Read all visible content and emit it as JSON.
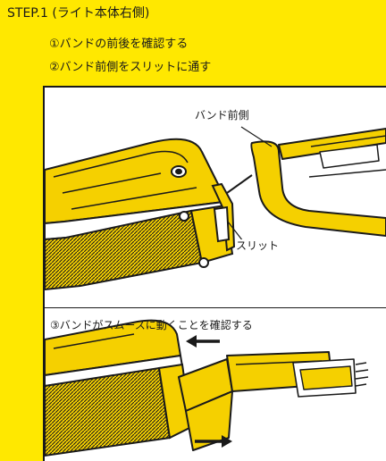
{
  "step": {
    "title": "STEP.1 (ライト本体右側)"
  },
  "instructions": [
    "①バンドの前後を確認する",
    "②バンド前側をスリットに通す"
  ],
  "illustration": {
    "label_band_front": "バンド前側",
    "label_slit": "スリット",
    "step3_note": "③バンドがスムースに動くことを確認する"
  },
  "colors": {
    "background": "#FFE800",
    "accent": "#F5D000",
    "line": "#1a1a1a",
    "panel": "#ffffff"
  }
}
